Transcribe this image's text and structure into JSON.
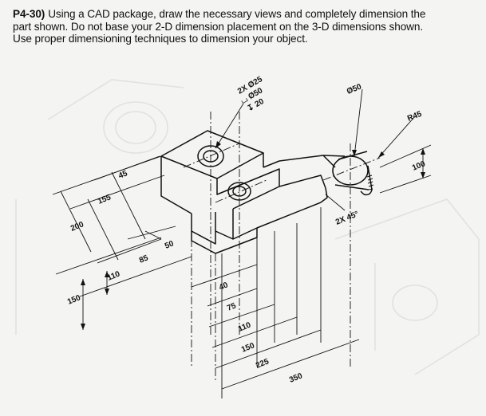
{
  "problem": {
    "number": "P4-30)",
    "lines": [
      "Using a CAD package, draw the necessary views and completely dimension the",
      "part shown.  Do not base your 2-D dimension placement on the 3-D dimensions shown.",
      "Use proper dimensioning techniques to dimension your object."
    ]
  },
  "dimensions": {
    "hole_count": "2X Ø25",
    "cbore": "⌴ Ø50",
    "depth": "↧ 20",
    "boss_dia": "Ø50",
    "radius": "R45",
    "chamfer": "2X 45°",
    "d45": "45",
    "d155": "155",
    "d200": "200",
    "d85": "85",
    "d50": "50",
    "d110": "110",
    "d150_left": "150",
    "d40": "40",
    "d75": "75",
    "d110_bottom": "110",
    "d150_bottom": "150",
    "d225": "225",
    "d350": "350",
    "d100": "100"
  }
}
